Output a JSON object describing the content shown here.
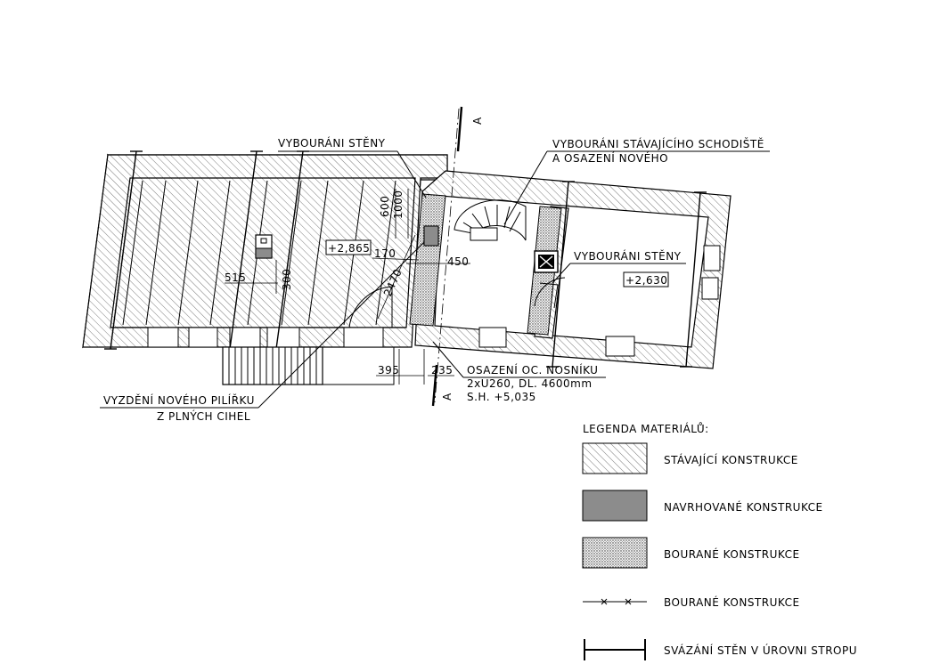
{
  "annotations": {
    "demolition_wall_1": "VYBOURÁNI STĚNY",
    "stair_line1": "VYBOURÁNI STÁVAJÍCÍHO SCHODIŠTĚ",
    "stair_line2": "A OSAZENÍ NOVÉHO",
    "demolition_wall_2": "VYBOURÁNI STĚNY",
    "pillar_line1": "VYZDĚNÍ NOVÉHO PILÍŘKU",
    "pillar_line2": "Z PLNÝCH CIHEL",
    "beam_line1": "OSAZENÍ OC. NOSNÍKU",
    "beam_line2": "2xU260, DL. 4600mm",
    "beam_line3": "S.H. +5,035"
  },
  "section_marks": {
    "top": "A",
    "bottom": "A"
  },
  "levels": {
    "left_room": "+2,865",
    "right_room": "+2,630"
  },
  "dimensions": {
    "d515": "515",
    "d300": "300",
    "d170": "170",
    "d450": "450",
    "d2470": "2470",
    "d600": "600",
    "d1000": "1000",
    "d395": "395",
    "d235": "235"
  },
  "legend": {
    "title": "LEGENDA MATERIÁLŮ:",
    "items": [
      {
        "label": "STÁVAJÍCÍ KONSTRUKCE",
        "pattern": "existing-hatch"
      },
      {
        "label": "NAVRHOVANÉ KONSTRUKCE",
        "pattern": "proposed-solid"
      },
      {
        "label": "BOURANÉ KONSTRUKCE",
        "pattern": "demolished-dots"
      },
      {
        "label": "BOURANÉ KONSTRUKCE",
        "pattern": "demolished-line"
      },
      {
        "label": "SVÁZÁNÍ STĚN V ÚROVNI STROPU",
        "pattern": "tie-line"
      }
    ]
  },
  "colors": {
    "line": "#000000",
    "proposed_fill": "#8c8c8c",
    "background": "#ffffff"
  }
}
